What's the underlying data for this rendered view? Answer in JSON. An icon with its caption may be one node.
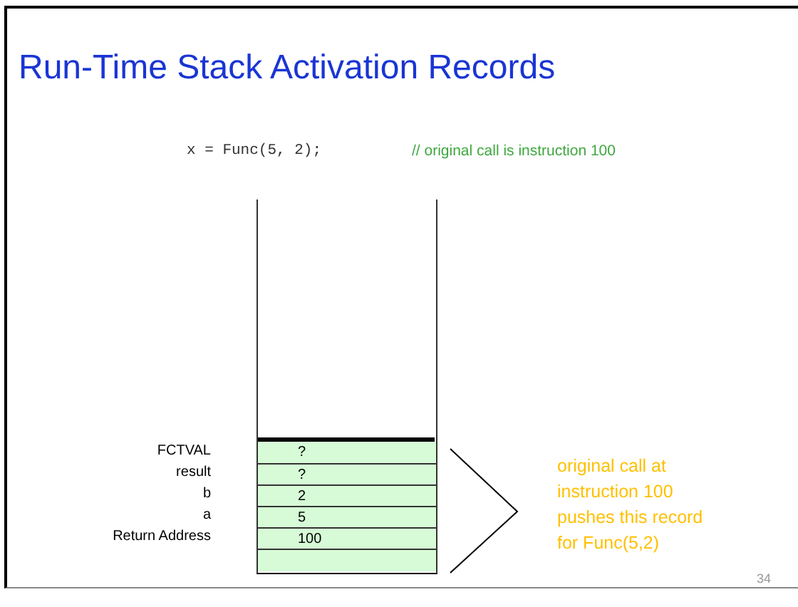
{
  "diagram": {
    "title": "Run-Time Stack Activation Records",
    "nodes": [
      {
        "text": [
          "?"
        ],
        "beside": [
          "FCTVAL"
        ]
      },
      {
        "text": [
          "?"
        ],
        "beside": [
          "result"
        ]
      },
      {
        "text": [
          "2"
        ],
        "beside": [
          "b"
        ]
      },
      {
        "text": [
          "5"
        ],
        "beside": [
          "a"
        ]
      },
      {
        "text": [
          "100"
        ],
        "beside": [
          "Return Address"
        ]
      },
      {
        "text": [],
        "shape": "box"
      }
    ],
    "labels": [
      "x = Func(5, 2);",
      "// original call is instruction 100",
      "original call at instruction 100 pushes this record for Func(5,2)",
      "34"
    ]
  }
}
